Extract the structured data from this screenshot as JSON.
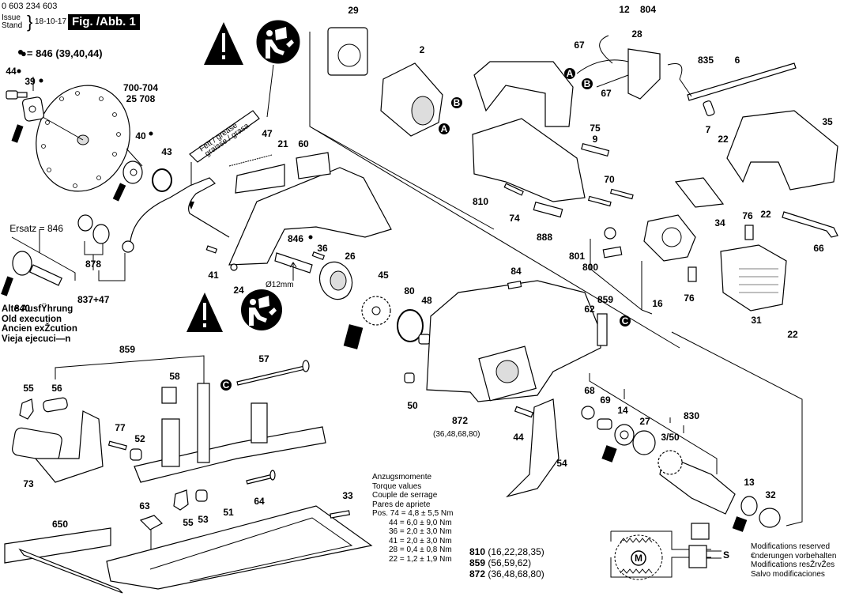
{
  "header": {
    "part_number": "0 603 234 603",
    "issue_label_1": "Issue",
    "issue_label_2": "Stand",
    "issue_date": "18-10-17",
    "figure_label": "Fig. /Abb. 1"
  },
  "legend": {
    "dot_meaning": "= 846 (39,40,44)"
  },
  "ersatz": {
    "label": "Ersatz = 846"
  },
  "old_execution": {
    "lines": [
      "Alte AusfŸhrung",
      "Old execution",
      "Ancien exŽcution",
      "Vieja ejecuci—n"
    ]
  },
  "torque": {
    "titles": [
      "Anzugsmomente",
      "Torque values",
      "Couple de serrage",
      "Pares de apriete"
    ],
    "values": [
      "Pos. 74 = 4,8 ± 5,5 Nm",
      "44 = 6,0 ± 9,0 Nm",
      "36 = 2,0 ± 3,0 Nm",
      "41 = 2,0 ± 3,0 Nm",
      "28 = 0,4 ± 0,8 Nm",
      "22 = 1,2 ± 1,9 Nm"
    ]
  },
  "kits": [
    {
      "code": "810",
      "contents": "(16,22,28,35)"
    },
    {
      "code": "859",
      "contents": "(56,59,62)"
    },
    {
      "code": "872",
      "contents": "(36,48,68,80)"
    }
  ],
  "modifications": {
    "lines": [
      "Modifications reserved",
      "€nderungen vorbehalten",
      "Modifications resŽrvŽes",
      "Salvo modificaciones"
    ]
  },
  "misc": {
    "grease_tube_text_1": "Fett / grease",
    "grease_tube_text_2": "graisse / grasa",
    "diameter_note": "Ø12mm",
    "connector_a": "A",
    "connector_b": "B",
    "connector_c": "C",
    "motor_symbol": "M",
    "switch_symbol": "S",
    "label_872_sub": "(36,48,68,80)",
    "label_837": "837+47"
  },
  "callouts": [
    {
      "id": "c29",
      "text": "29"
    },
    {
      "id": "c2",
      "text": "2"
    },
    {
      "id": "c12",
      "text": "12"
    },
    {
      "id": "c804",
      "text": "804"
    },
    {
      "id": "c28",
      "text": "28"
    },
    {
      "id": "c67a",
      "text": "67"
    },
    {
      "id": "c67b",
      "text": "67"
    },
    {
      "id": "c835",
      "text": "835"
    },
    {
      "id": "c6",
      "text": "6"
    },
    {
      "id": "c7",
      "text": "7"
    },
    {
      "id": "c22a",
      "text": "22"
    },
    {
      "id": "c35",
      "text": "35"
    },
    {
      "id": "c75",
      "text": "75"
    },
    {
      "id": "c9",
      "text": "9"
    },
    {
      "id": "c810",
      "text": "810"
    },
    {
      "id": "c74",
      "text": "74"
    },
    {
      "id": "c70",
      "text": "70"
    },
    {
      "id": "c888",
      "text": "888"
    },
    {
      "id": "c34",
      "text": "34"
    },
    {
      "id": "c22b",
      "text": "22"
    },
    {
      "id": "c76a",
      "text": "76"
    },
    {
      "id": "c66",
      "text": "66"
    },
    {
      "id": "c801",
      "text": "801"
    },
    {
      "id": "c800",
      "text": "800"
    },
    {
      "id": "c16",
      "text": "16"
    },
    {
      "id": "c76b",
      "text": "76"
    },
    {
      "id": "c31",
      "text": "31"
    },
    {
      "id": "c22c",
      "text": "22"
    },
    {
      "id": "c84",
      "text": "84"
    },
    {
      "id": "c859a",
      "text": "859"
    },
    {
      "id": "c62",
      "text": "62"
    },
    {
      "id": "c44a",
      "text": "44"
    },
    {
      "id": "c39",
      "text": "39"
    },
    {
      "id": "c700",
      "text": "700-704"
    },
    {
      "id": "c25",
      "text": "25  708"
    },
    {
      "id": "c40",
      "text": "40"
    },
    {
      "id": "c43",
      "text": "43"
    },
    {
      "id": "c47",
      "text": "47"
    },
    {
      "id": "c21",
      "text": "21"
    },
    {
      "id": "c60",
      "text": "60"
    },
    {
      "id": "c846",
      "text": "846"
    },
    {
      "id": "c36",
      "text": "36"
    },
    {
      "id": "c26",
      "text": "26"
    },
    {
      "id": "c41",
      "text": "41"
    },
    {
      "id": "c24",
      "text": "24"
    },
    {
      "id": "c45",
      "text": "45"
    },
    {
      "id": "c80",
      "text": "80"
    },
    {
      "id": "c48",
      "text": "48"
    },
    {
      "id": "c878",
      "text": "878"
    },
    {
      "id": "c840",
      "text": "840"
    },
    {
      "id": "c859b",
      "text": "859"
    },
    {
      "id": "c57",
      "text": "57"
    },
    {
      "id": "c58",
      "text": "58"
    },
    {
      "id": "c55a",
      "text": "55"
    },
    {
      "id": "c56",
      "text": "56"
    },
    {
      "id": "c77",
      "text": "77"
    },
    {
      "id": "c52",
      "text": "52"
    },
    {
      "id": "c73",
      "text": "73"
    },
    {
      "id": "c64",
      "text": "64"
    },
    {
      "id": "c63",
      "text": "63"
    },
    {
      "id": "c55b",
      "text": "55"
    },
    {
      "id": "c53",
      "text": "53"
    },
    {
      "id": "c51",
      "text": "51"
    },
    {
      "id": "c33",
      "text": "33"
    },
    {
      "id": "c650",
      "text": "650"
    },
    {
      "id": "c50",
      "text": "50"
    },
    {
      "id": "c872",
      "text": "872"
    },
    {
      "id": "c44b",
      "text": "44"
    },
    {
      "id": "c54",
      "text": "54"
    },
    {
      "id": "c68",
      "text": "68"
    },
    {
      "id": "c69",
      "text": "69"
    },
    {
      "id": "c14",
      "text": "14"
    },
    {
      "id": "c27",
      "text": "27"
    },
    {
      "id": "c830",
      "text": "830"
    },
    {
      "id": "c350",
      "text": "3/50"
    },
    {
      "id": "c13",
      "text": "13"
    },
    {
      "id": "c32",
      "text": "32"
    }
  ]
}
